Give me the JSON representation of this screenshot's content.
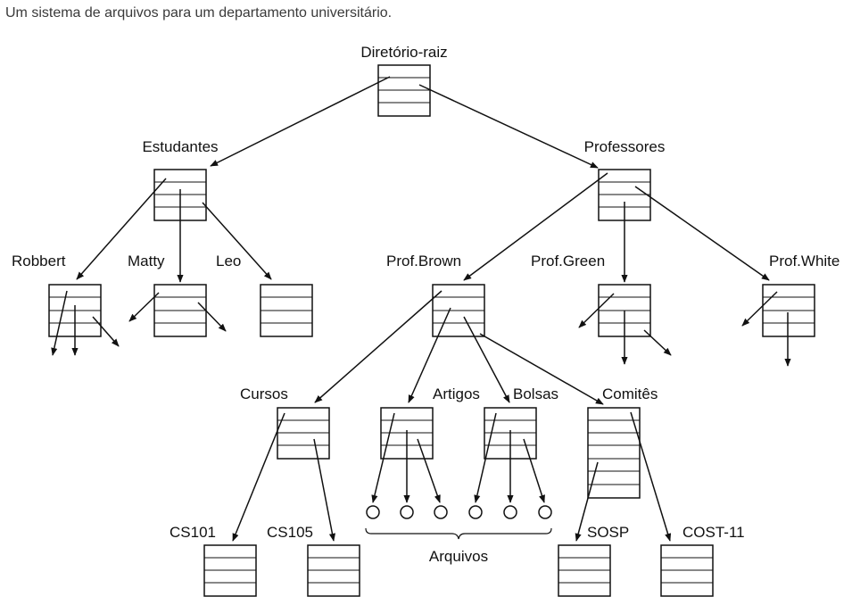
{
  "caption": "Um sistema de arquivos para um departamento universitário.",
  "directories": {
    "root": "Diretório-raiz",
    "estudantes": "Estudantes",
    "professores": "Professores",
    "robbert": "Robbert",
    "matty": "Matty",
    "leo": "Leo",
    "prof_brown": "Prof.Brown",
    "prof_green": "Prof.Green",
    "prof_white": "Prof.White",
    "cursos": "Cursos",
    "artigos": "Artigos",
    "bolsas": "Bolsas",
    "comites": "Comitês",
    "cs101": "CS101",
    "cs105": "CS105",
    "sosp": "SOSP",
    "cost11": "COST-11"
  },
  "files_label": "Arquivos",
  "colors": {
    "line": "#111111",
    "caption": "#3a3a3a"
  }
}
